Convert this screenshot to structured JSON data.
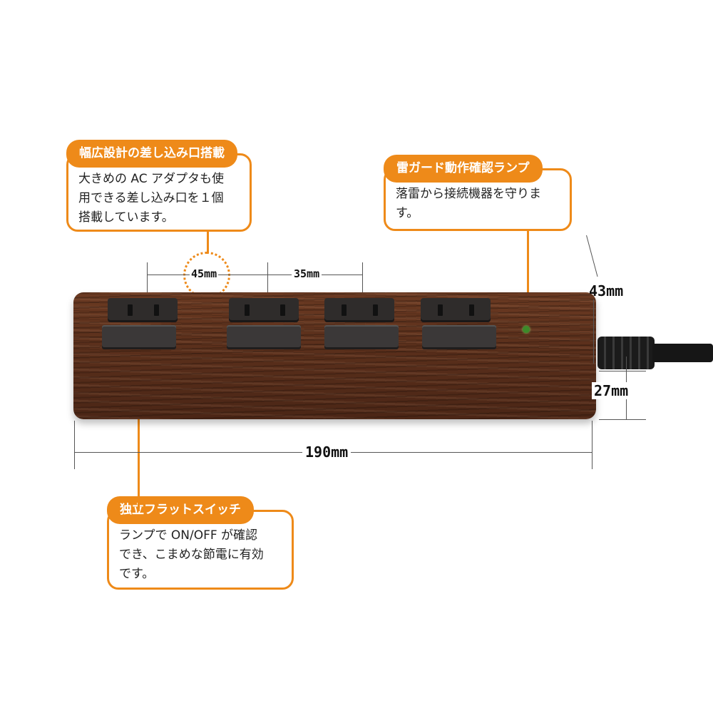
{
  "callouts": {
    "wide_outlet": {
      "title": "幅広設計の差し込み口搭載",
      "body": [
        "大きめの AC アダプタも使",
        "用できる差し込み口を１個",
        "搭載しています。"
      ]
    },
    "lamp": {
      "title": "雷ガード動作確認ランプ",
      "body": [
        "落雷から接続機器を守りま",
        "す。"
      ]
    },
    "switch": {
      "title": "独立フラットスイッチ",
      "body": [
        "ランプで ON/OFF が確認",
        "でき、こまめな節電に有効",
        "です。"
      ]
    }
  },
  "dimensions": {
    "outlet_wide": "45mm",
    "outlet_pitch": "35mm",
    "height": "43mm",
    "depth": "27mm",
    "length": "190mm"
  },
  "colors": {
    "accent": "#ee8a19",
    "wood": "#5a2f1b",
    "lamp": "#3d8a2a"
  },
  "outlet_count": 4,
  "switch_count": 4
}
